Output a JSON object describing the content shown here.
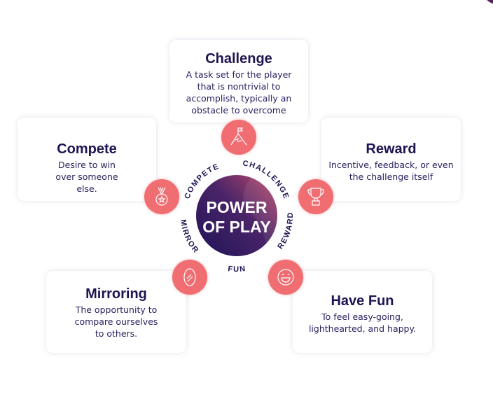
{
  "center": {
    "line1": "POWER",
    "line2": "OF PLAY"
  },
  "ring_labels": {
    "compete": "COMPETE",
    "challenge": "CHALLENGE",
    "reward": "REWARD",
    "fun": "FUN",
    "mirror": "MIRROR"
  },
  "cards": {
    "challenge": {
      "title": "Challenge",
      "text": "A task set for the player that is nontrivial to accomplish, typically an obstacle to overcome"
    },
    "compete": {
      "title": "Compete",
      "text": "Desire to win over someone else."
    },
    "reward": {
      "title": "Reward",
      "text": "Incentive, feedback, or even the challenge itself"
    },
    "mirroring": {
      "title": "Mirroring",
      "text": "The opportunity to compare ourselves to others."
    },
    "fun": {
      "title": "Have Fun",
      "text": "To feel easy-going, lighthearted, and happy."
    }
  },
  "colors": {
    "accent": "#f06d72",
    "navy": "#1d1452",
    "purple": "#5a1f5e"
  }
}
